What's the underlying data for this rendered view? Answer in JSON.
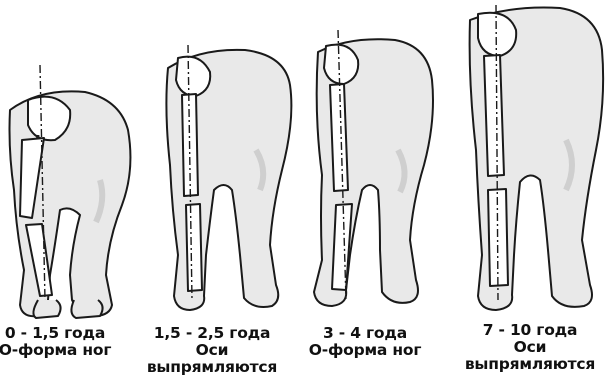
{
  "colors": {
    "skin": "#e9e9e9",
    "shade": "#cfcfcf",
    "outline": "#1a1a1a",
    "bone": "#ffffff",
    "text": "#111111"
  },
  "stages": [
    {
      "age": "0 - 1,5 года",
      "desc": "О-форма ног",
      "desc2": ""
    },
    {
      "age": "1,5 - 2,5 года",
      "desc": "Оси",
      "desc2": "выпрямляются"
    },
    {
      "age": "3 - 4 года",
      "desc": "О-форма ног",
      "desc2": ""
    },
    {
      "age": "7 - 10 года",
      "desc": "Оси",
      "desc2": "выпрямляются"
    }
  ]
}
